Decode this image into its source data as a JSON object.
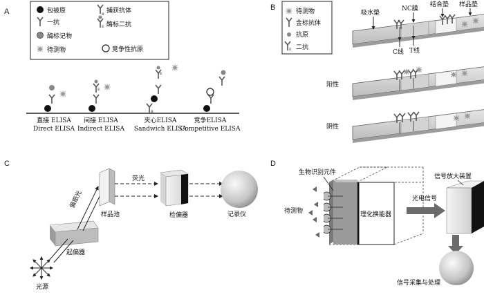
{
  "panels": {
    "A": {
      "letter": "A",
      "legend": {
        "coating_antigen": "包被原",
        "capture_antibody": "捕获抗体",
        "capture_sub": "B",
        "primary_antibody": "一抗",
        "enzyme_secondary": "酶标二抗",
        "enzyme_sub": "E",
        "enzyme_marker": "酶标记物",
        "analyte": "待测物",
        "competitive_antigen": "竞争性抗原"
      },
      "enzyme_letter": "E",
      "capture_letter": "B",
      "methods": [
        {
          "zh": "直接 ELISA",
          "en": "Direct ELISA"
        },
        {
          "zh": "间接 ELISA",
          "en": "Indirect ELISA"
        },
        {
          "zh": "夹心ELISA",
          "en": "Sandwich ELISA"
        },
        {
          "zh": "竞争ELISA",
          "en": "Competitive ELISA"
        }
      ]
    },
    "B": {
      "letter": "B",
      "legend": {
        "analyte": "待测物",
        "gold_antibody": "金标抗体",
        "antigen": "抗原",
        "secondary": "二抗",
        "secondary_sub": "E"
      },
      "strip_labels": {
        "absorbent_pad": "吸水垫",
        "nc_membrane": "NC膜",
        "conjugate_pad": "结合垫",
        "sample_pad": "样品垫",
        "c_line": "C线",
        "t_line": "T线"
      },
      "positive": "阳性",
      "negative": "阴性"
    },
    "C": {
      "letter": "C",
      "polarized_light": "偏振光",
      "sample_cell": "样品池",
      "fluorescence": "荧光",
      "analyzer": "检偏器",
      "recorder": "记录仪",
      "polarizer": "起偏器",
      "light_source": "光源"
    },
    "D": {
      "letter": "D",
      "bio_element": "生物识别元件",
      "analyte": "待测物",
      "transducer": "理化换能器",
      "photo_signal": "光电信号",
      "amplifier": "信号放大装置",
      "processing": "信号采集与处理"
    }
  },
  "colors": {
    "line": "#222222",
    "gray_mid": "#8a8a8a",
    "gray_light": "#d8d8d8",
    "arrow_dark": "#6b6b6b"
  }
}
